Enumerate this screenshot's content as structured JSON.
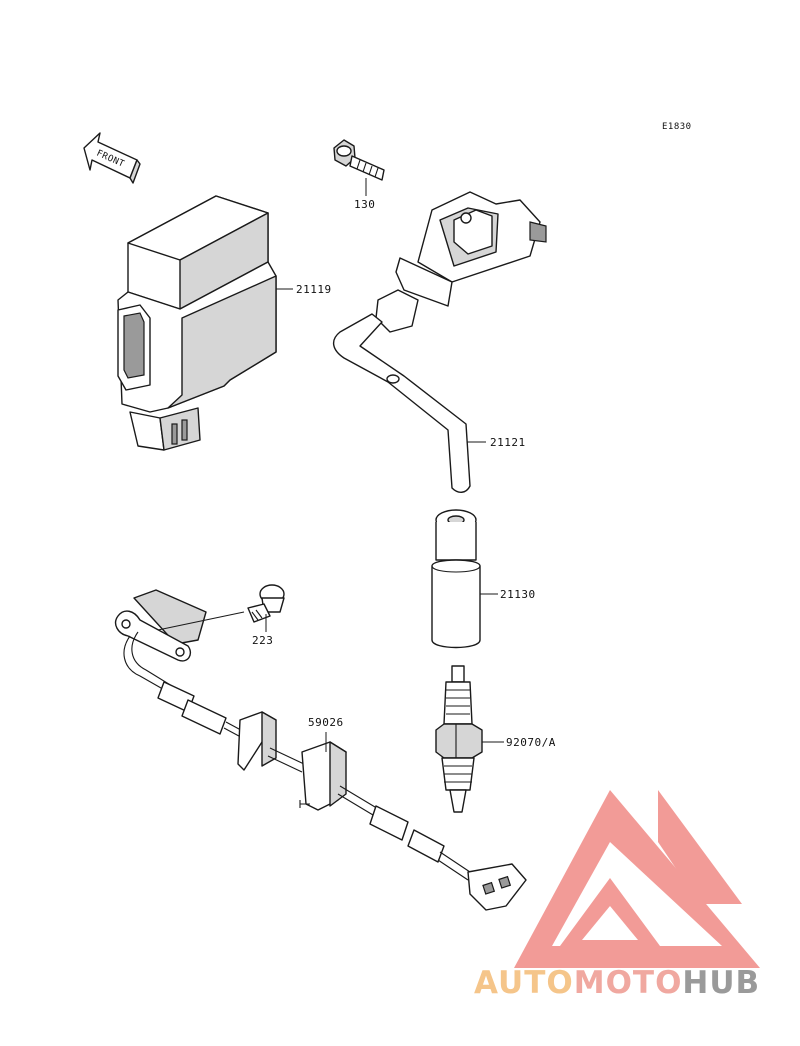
{
  "diagram": {
    "code": "E1830",
    "front_label": "FRONT",
    "parts": [
      {
        "id": "130"
      },
      {
        "id": "21119"
      },
      {
        "id": "21121"
      },
      {
        "id": "21130"
      },
      {
        "id": "223"
      },
      {
        "id": "59026"
      },
      {
        "id": "92070/A"
      }
    ]
  },
  "watermark": {
    "text_a": "AUTO",
    "text_b": "MOTO",
    "text_c": "HUB",
    "color_a": "#f5c58a",
    "color_b": "#f0a8a0",
    "color_c": "#9a9a9a",
    "logo_color": "#f08a85"
  }
}
